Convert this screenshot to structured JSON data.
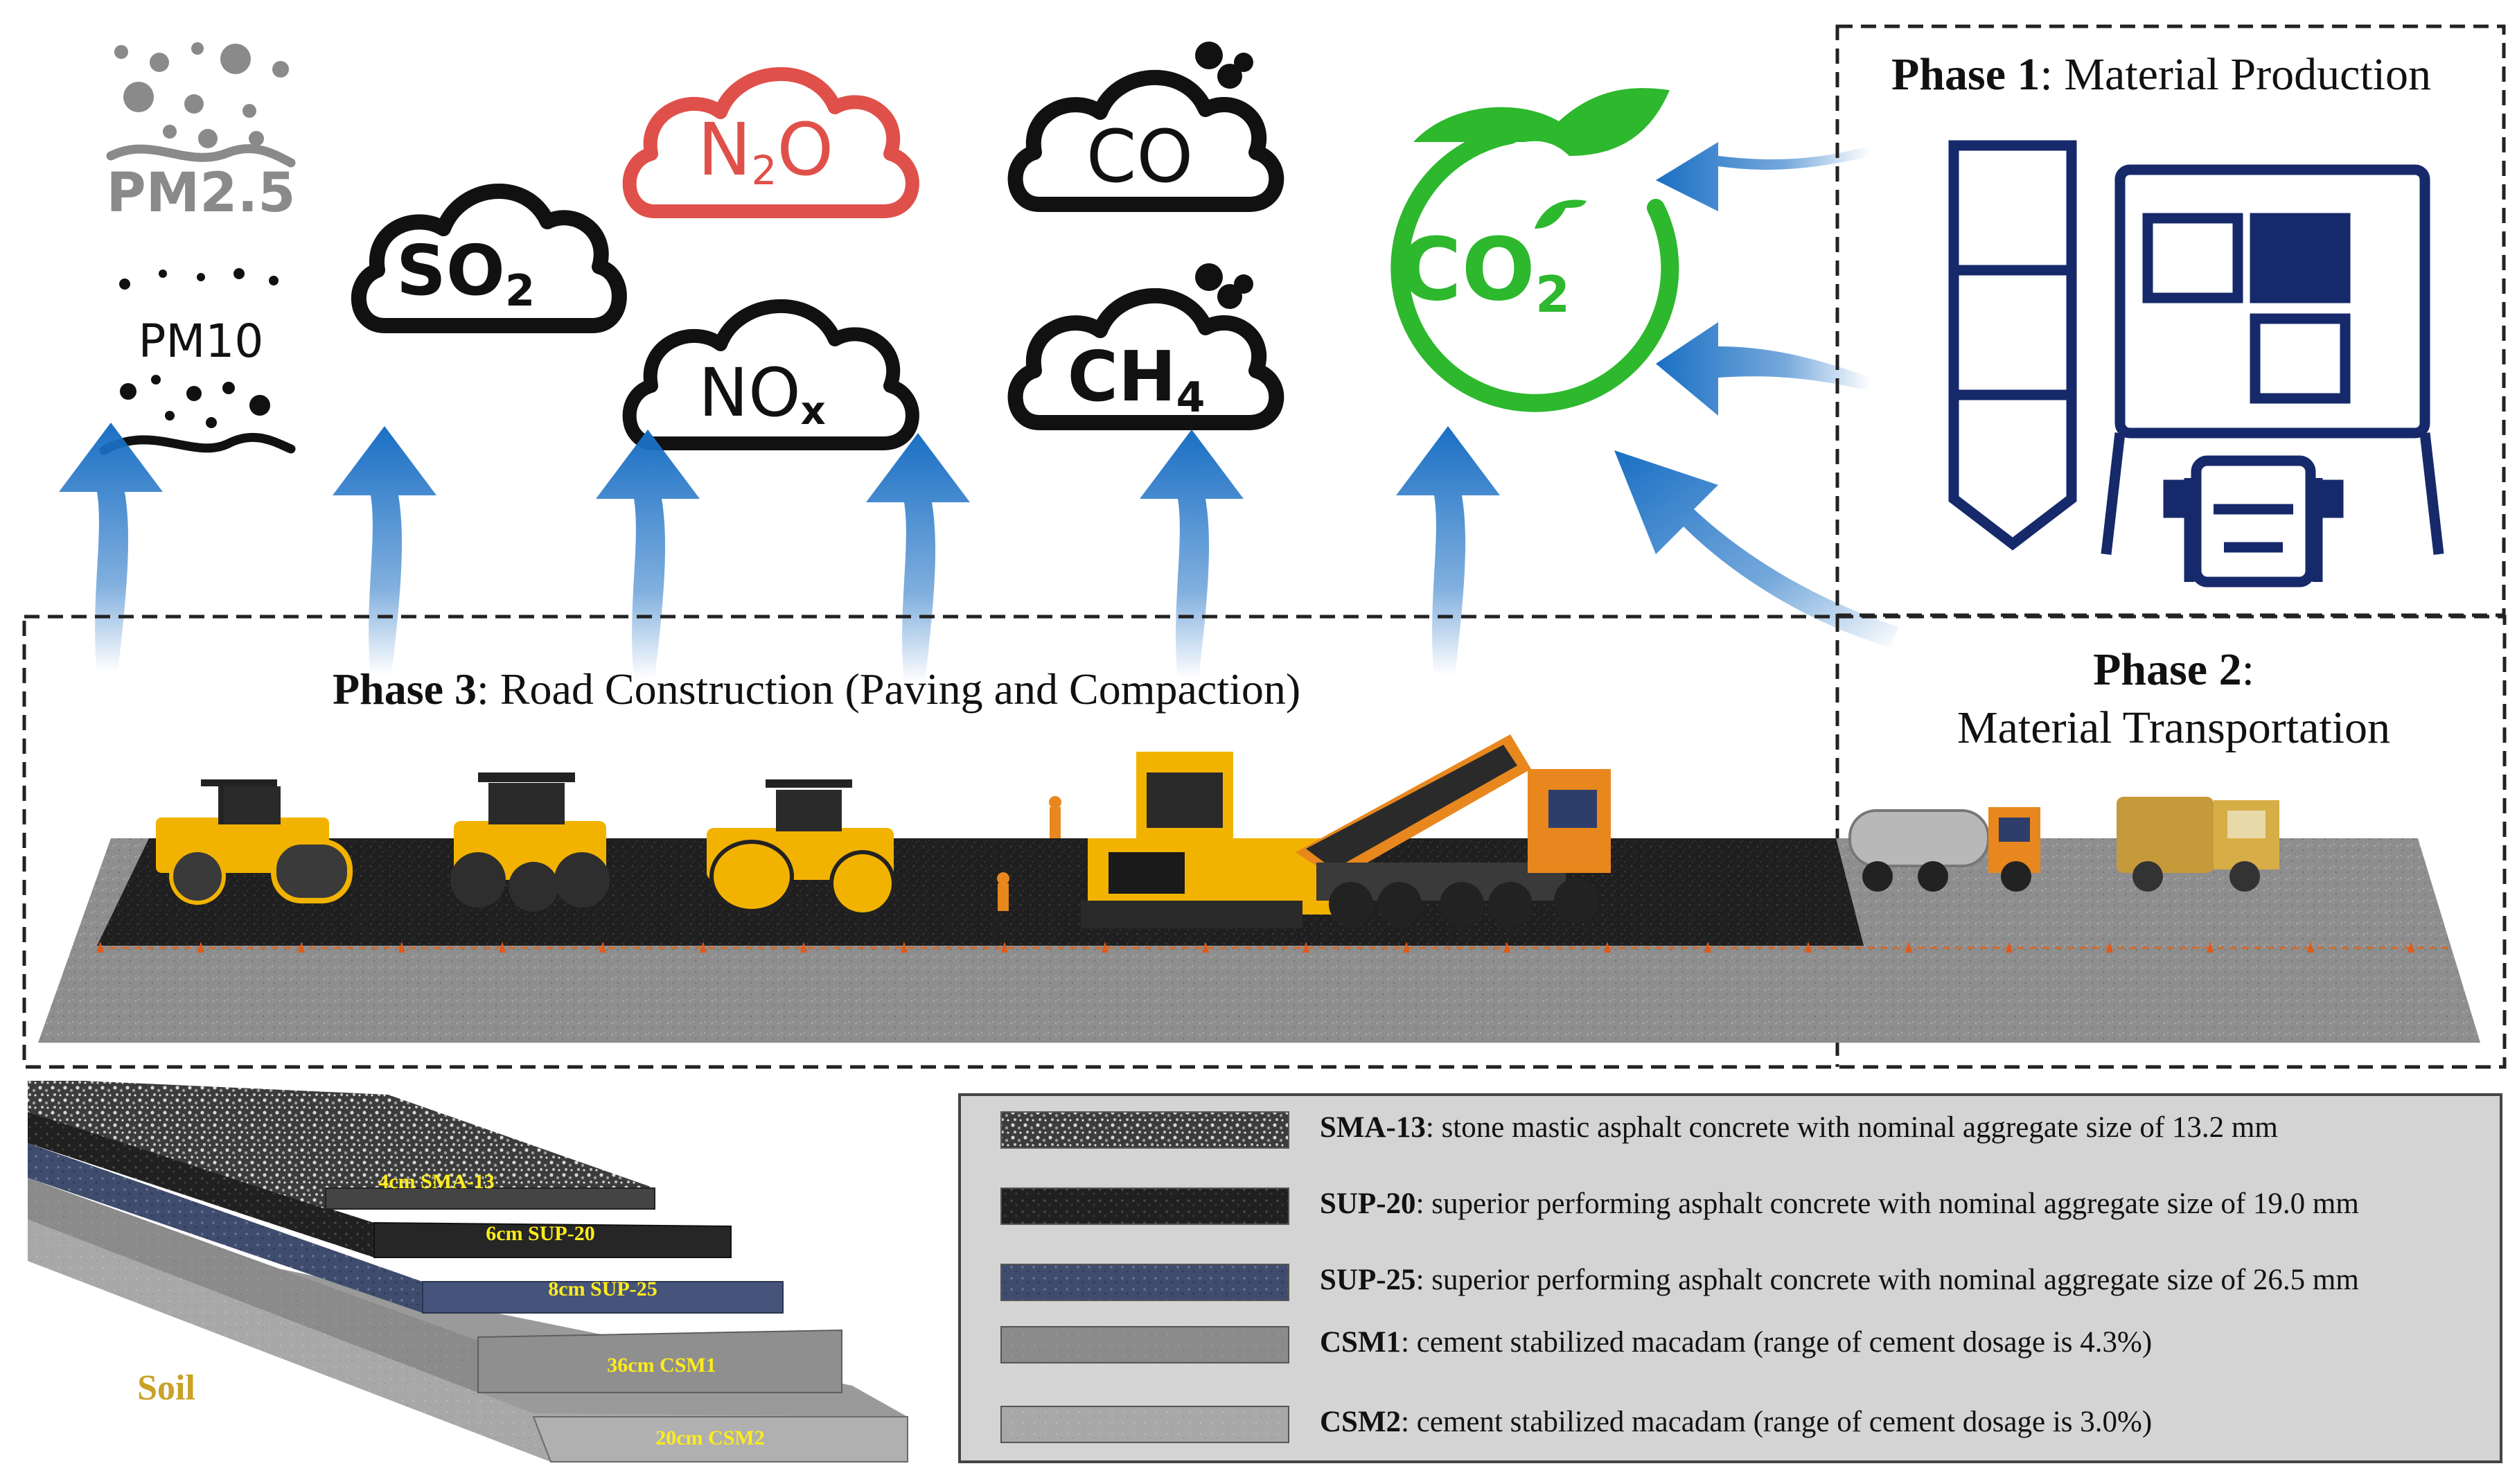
{
  "pollutants": {
    "pm25": "PM2.5",
    "pm10": "PM10",
    "so2": {
      "main": "SO",
      "sub": "2"
    },
    "n2o": {
      "a": "N",
      "sub": "2",
      "b": "O"
    },
    "nox": {
      "main": "NO",
      "sub": "x"
    },
    "co": "CO",
    "ch4": {
      "main": "CH",
      "sub": "4"
    },
    "co2": {
      "main": "CO",
      "sub": "2"
    }
  },
  "phases": {
    "phase1": {
      "name": "Phase 1",
      "desc": ": Material Production"
    },
    "phase2": {
      "name": "Phase 2",
      "colon": ":",
      "desc": "Material Transportation"
    },
    "phase3": {
      "name": "Phase 3",
      "desc": ": Road Construction (Paving and Compaction)"
    }
  },
  "pavement_layers": [
    {
      "label": "4cm SMA-13"
    },
    {
      "label": "6cm SUP-20"
    },
    {
      "label": "8cm SUP-25"
    },
    {
      "label": "36cm CSM1"
    },
    {
      "label": "20cm CSM2"
    }
  ],
  "soil_label": "Soil",
  "legend": [
    {
      "code": "SMA-13",
      "desc": ": stone mastic asphalt concrete with nominal aggregate size of 13.2 mm"
    },
    {
      "code": "SUP-20",
      "desc": ": superior performing asphalt concrete with nominal aggregate size of  19.0 mm"
    },
    {
      "code": "SUP-25",
      "desc": ": superior performing asphalt concrete with nominal aggregate size of 26.5 mm"
    },
    {
      "code": "CSM1",
      "desc": ": cement stabilized macadam (range of cement dosage is 4.3%)"
    },
    {
      "code": "CSM2",
      "desc": ": cement stabilized macadam (range of cement dosage is 3.0%)"
    }
  ],
  "colors": {
    "arrow_blue": "#1a6fc4",
    "co2_green": "#2db82d",
    "n2o_red": "#e0504a",
    "plant_navy": "#16296a",
    "machine_yellow": "#f2b300",
    "truck_orange": "#e8871e",
    "layer_text": "#ffec1a",
    "soil_text": "#c9a227"
  }
}
